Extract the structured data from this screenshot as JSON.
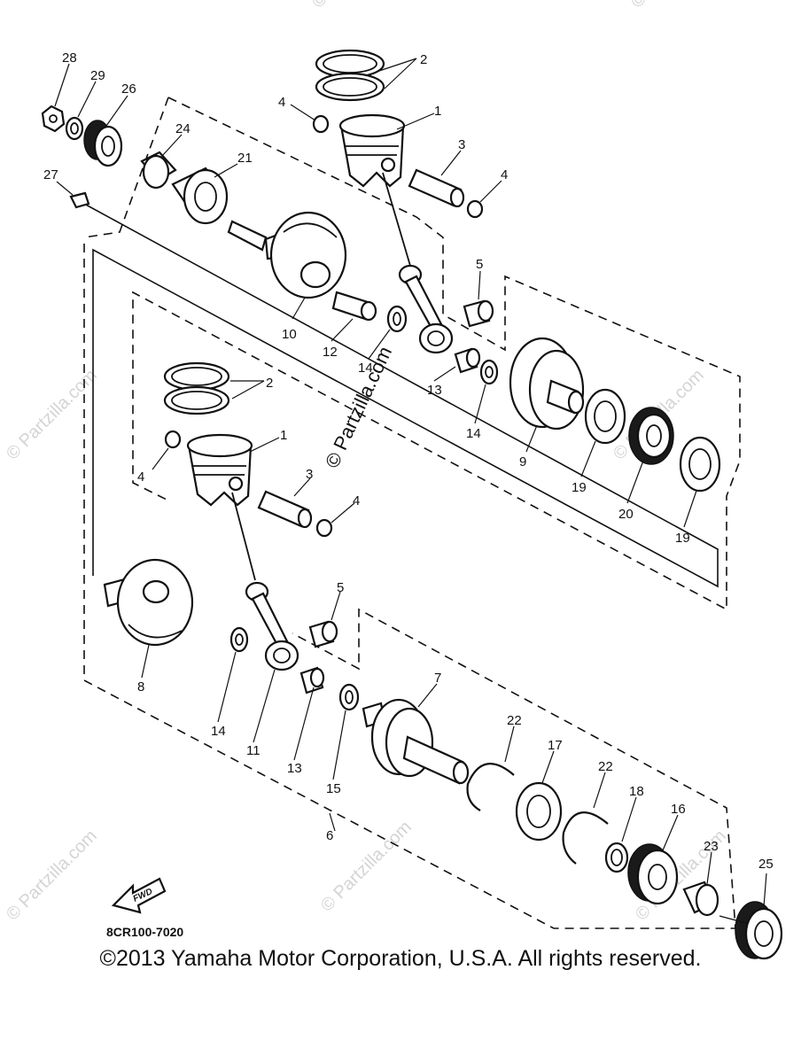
{
  "diagram": {
    "callouts": [
      "28",
      "29",
      "26",
      "24",
      "21",
      "27",
      "2",
      "4",
      "1",
      "3",
      "4",
      "5",
      "10",
      "12",
      "14",
      "13",
      "14",
      "9",
      "19",
      "20",
      "19",
      "2",
      "1",
      "4",
      "3",
      "4",
      "5",
      "8",
      "14",
      "11",
      "13",
      "15",
      "7",
      "22",
      "17",
      "22",
      "18",
      "16",
      "23",
      "25",
      "6"
    ],
    "diagram_code": "8CR100-7020",
    "fwd_label": "FWD",
    "watermarks": [
      "© Partzilla.com",
      "© Partzilla.com",
      "© Partzilla.com",
      "© Partzilla.com",
      "© Partzilla.com",
      "© Partzilla.com",
      "© Partzilla.com"
    ],
    "center_watermark": "© Partzilla.com"
  },
  "footer": {
    "copyright": "©2013 Yamaha Motor Corporation, U.S.A. All rights reserved."
  }
}
